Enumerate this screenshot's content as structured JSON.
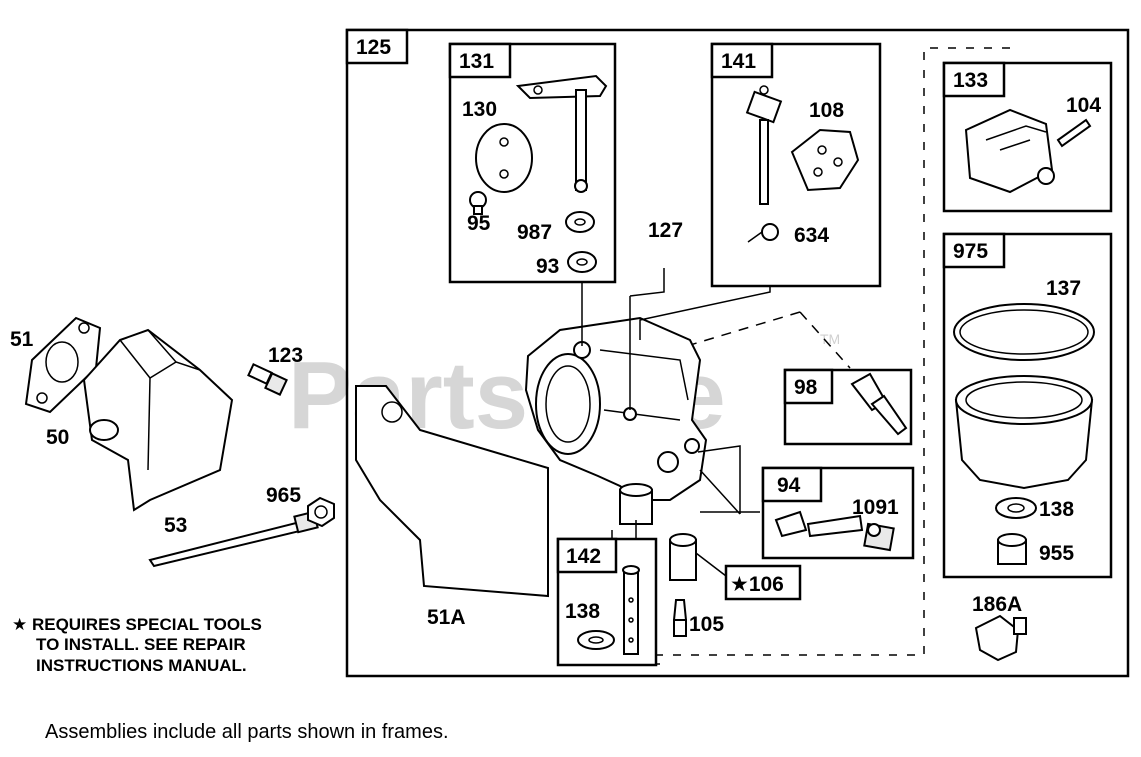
{
  "watermark": "PartsTree",
  "trademark": "TM",
  "frames": {
    "f125": "125",
    "f131": "131",
    "f141": "141",
    "f133": "133",
    "f975": "975",
    "f98": "98",
    "f94": "94",
    "f142": "142"
  },
  "labels": {
    "p51": "51",
    "p50": "50",
    "p123": "123",
    "p965": "965",
    "p53": "53",
    "p51a": "51A",
    "p130": "130",
    "p95": "95",
    "p987": "987",
    "p93": "93",
    "p127": "127",
    "p108": "108",
    "p634": "634",
    "p104": "104",
    "p137": "137",
    "p138a": "138",
    "p955": "955",
    "p1091": "1091",
    "p106": "★106",
    "p138b": "138",
    "p105": "105",
    "p186a": "186A"
  },
  "note": {
    "line1": "★ REQUIRES SPECIAL TOOLS",
    "line2": "TO INSTALL. SEE REPAIR",
    "line3": "INSTRUCTIONS MANUAL."
  },
  "caption": "Assemblies include all parts shown in frames."
}
